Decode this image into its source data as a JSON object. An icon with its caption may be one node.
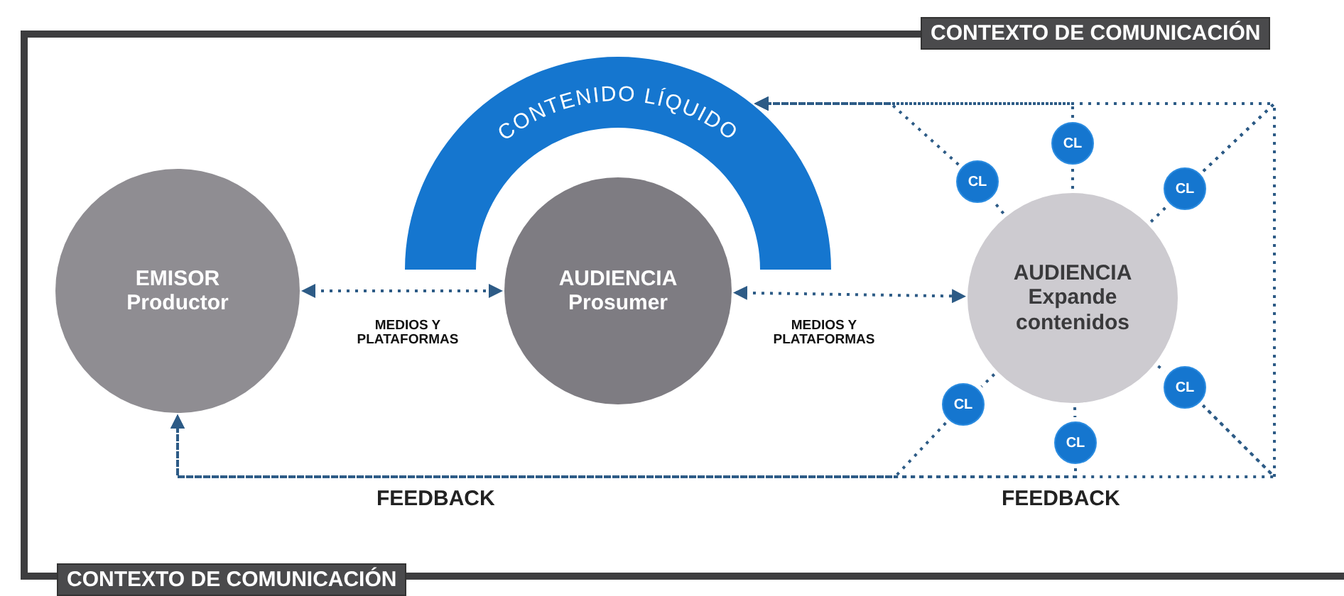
{
  "diagram": {
    "nodes": [
      {
        "text": [
          "EMISOR",
          "Productor"
        ]
      },
      {
        "text": [
          "CONTENIDO LÍQUIDO"
        ]
      },
      {
        "text": [
          "AUDIENCIA",
          "Prosumer"
        ]
      },
      {
        "text": [
          "CL"
        ]
      },
      {
        "text": [
          "CL"
        ]
      },
      {
        "text": [
          "CL"
        ]
      },
      {
        "text": [
          "AUDIENCIA",
          "Expande contenidos"
        ]
      },
      {
        "text": [
          "CL"
        ]
      },
      {
        "text": [
          "CL"
        ]
      },
      {
        "text": [
          "CL"
        ]
      }
    ],
    "edges": [
      {
        "from": 0,
        "to": 2,
        "arrow": "both",
        "label": "MEDIOS Y PLATAFORMAS",
        "style": "dashed"
      },
      {
        "from": 2,
        "to": 6,
        "arrow": "both",
        "label": "MEDIOS Y PLATAFORMAS",
        "style": "dashed"
      },
      {
        "from": 6,
        "to": 3,
        "arrow": "none",
        "style": "dashed"
      },
      {
        "from": 6,
        "to": 4,
        "arrow": "none",
        "style": "dashed"
      },
      {
        "from": 6,
        "to": 5,
        "arrow": "none",
        "style": "dashed"
      },
      {
        "from": 6,
        "to": 7,
        "arrow": "none",
        "style": "dashed"
      },
      {
        "from": 6,
        "to": 8,
        "arrow": "none",
        "style": "dashed"
      },
      {
        "from": 6,
        "to": 9,
        "arrow": "none",
        "style": "dashed"
      },
      {
        "from": 3,
        "to": 1,
        "arrow": "to",
        "style": "dashed"
      },
      {
        "from": 4,
        "to": 1,
        "arrow": "to",
        "style": "dashed"
      },
      {
        "from": 5,
        "to": 1,
        "arrow": "to",
        "style": "dashed"
      },
      {
        "from": 5,
        "to": 8,
        "arrow": "none",
        "style": "dashed"
      },
      {
        "from": 7,
        "to": 0,
        "arrow": "to",
        "style": "dashed"
      },
      {
        "from": 8,
        "to": 0,
        "arrow": "to",
        "style": "dashed"
      },
      {
        "from": 9,
        "to": 0,
        "arrow": "to",
        "style": "dashed"
      }
    ],
    "labels": [
      "CONTEXTO DE COMUNICACIÓN",
      "FEEDBACK",
      "FEEDBACK",
      "CONTEXTO DE COMUNICACIÓN"
    ]
  }
}
